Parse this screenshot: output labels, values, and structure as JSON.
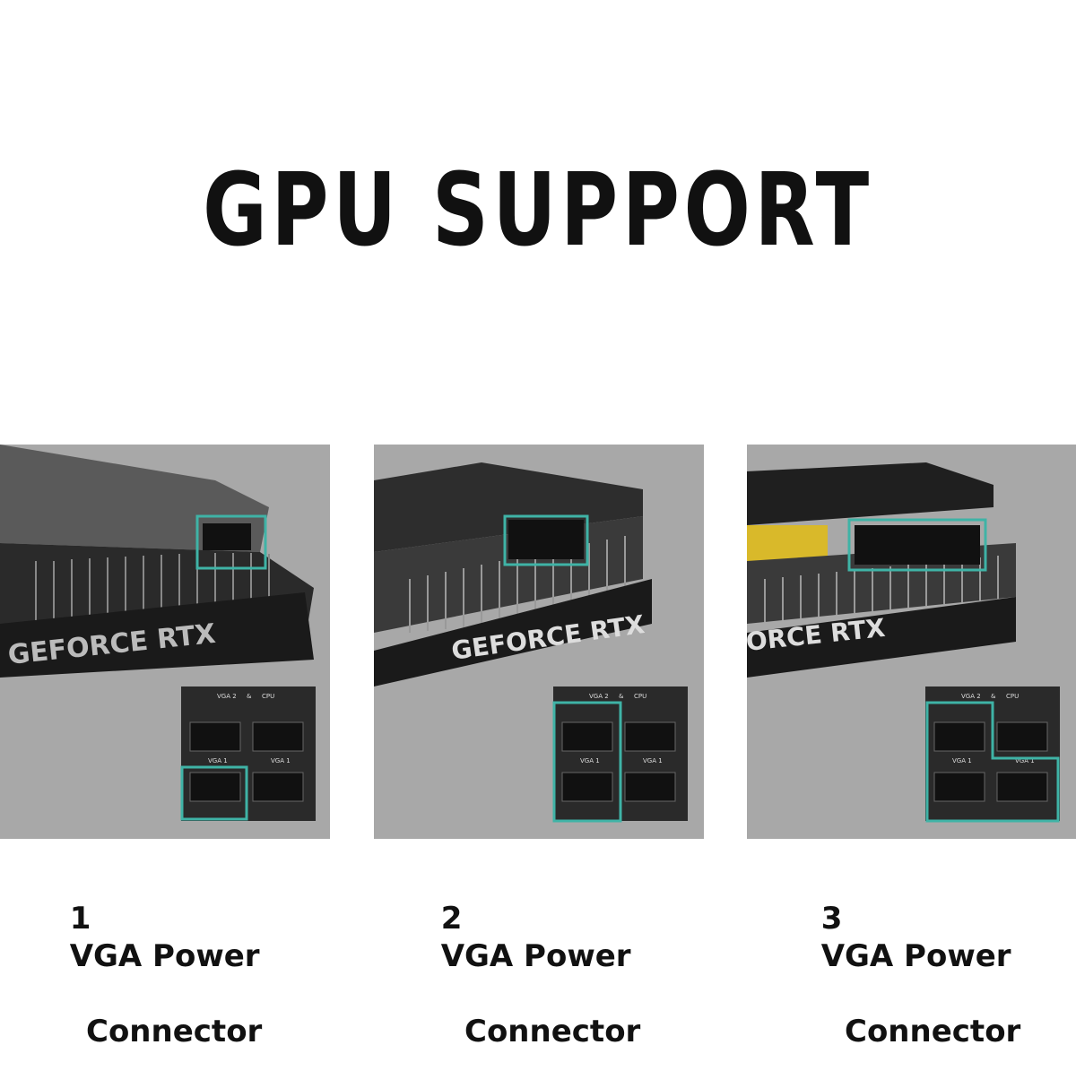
{
  "title": "GPU SUPPORT",
  "colors": {
    "highlight": "#3fb3a6",
    "panel_bg": "#a8a8a8",
    "card_dark": "#222222"
  },
  "panels": [
    {
      "brand": "GEFORCE RTX",
      "num": "1",
      "line1": "VGA Power",
      "line2": "Connector",
      "psu": {
        "top_label_a": "VGA 2",
        "top_label_b": "&",
        "top_label_c": "CPU",
        "bot_label_a": "VGA 1",
        "bot_label_b": "VGA 1"
      }
    },
    {
      "brand": "GEFORCE RTX",
      "num": "2",
      "line1": "VGA Power",
      "line2": "Connector",
      "psu": {
        "top_label_a": "VGA 2",
        "top_label_b": "&",
        "top_label_c": "CPU",
        "bot_label_a": "VGA 1",
        "bot_label_b": "VGA 1"
      }
    },
    {
      "brand": "ORCE RTX",
      "num": "3",
      "line1": "VGA Power",
      "line2": "Connector",
      "psu": {
        "top_label_a": "VGA 2",
        "top_label_b": "&",
        "top_label_c": "CPU",
        "bot_label_a": "VGA 1",
        "bot_label_b": "VGA 1"
      }
    }
  ]
}
